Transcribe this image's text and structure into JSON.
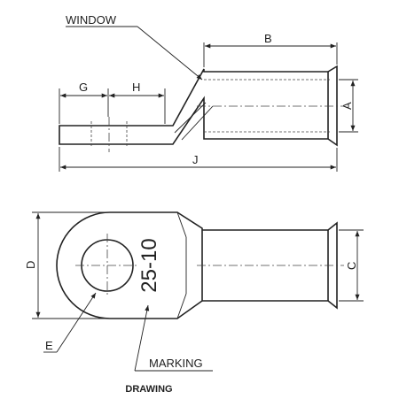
{
  "labels": {
    "window": "WINDOW",
    "dim_b": "B",
    "dim_g": "G",
    "dim_h": "H",
    "dim_a": "A",
    "dim_j": "J",
    "dim_d": "D",
    "dim_c": "C",
    "dim_e": "E",
    "marking_label": "MARKING",
    "marking_text": "25-10",
    "caption": "DRAWING"
  }
}
